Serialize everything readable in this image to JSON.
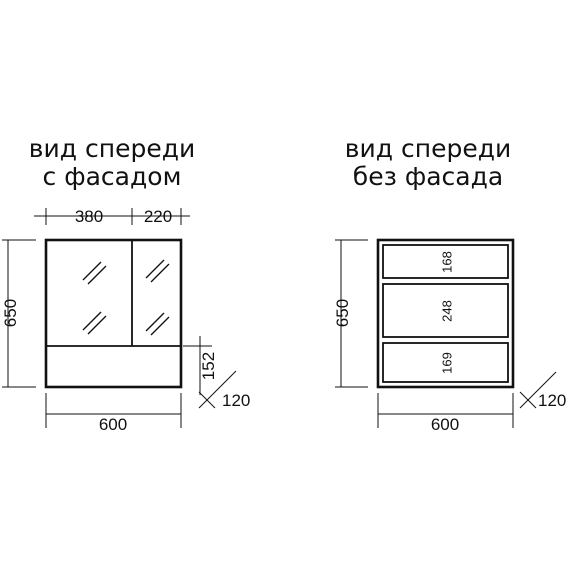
{
  "left_view": {
    "title_line1": "вид спереди",
    "title_line2": "с фасадом",
    "dim_left_door": "380",
    "dim_right_door": "220",
    "dim_height": "650",
    "dim_width": "600",
    "dim_drawer": "152",
    "dim_depth": "120"
  },
  "right_view": {
    "title_line1": "вид спереди",
    "title_line2": "без фасада",
    "dim_height": "650",
    "dim_width": "600",
    "dim_depth": "120",
    "dim_shelf_top": "168",
    "dim_shelf_mid": "248",
    "dim_shelf_bottom": "169"
  },
  "colors": {
    "line": "#111111",
    "background": "#ffffff"
  }
}
